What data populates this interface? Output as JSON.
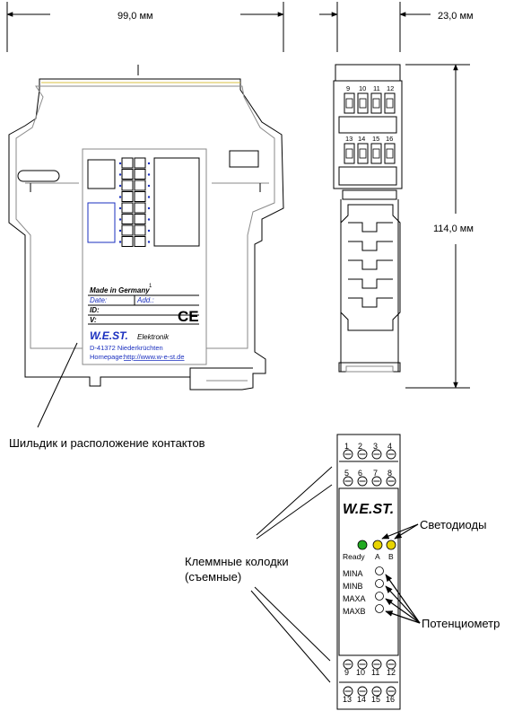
{
  "dimensions": {
    "width": "99,0 мм",
    "depth": "23,0 мм",
    "height": "114,0 мм"
  },
  "nameplate": {
    "made_in": "Made in Germany",
    "superscript": "1",
    "date_label": "Date:",
    "add_label": "Add.:",
    "id_label": "ID:",
    "v_label": "V:",
    "ce_mark": "CE",
    "brand": "W.E.ST.",
    "brand_sub": "Elektronik",
    "address": "D-41372 Niederkrüchten",
    "homepage_label": "Homepage:",
    "homepage_url": "http://www.w-e-st.de"
  },
  "side_terminals": {
    "top_row": [
      "9",
      "10",
      "11",
      "12"
    ],
    "second_row": [
      "13",
      "14",
      "15",
      "16"
    ]
  },
  "front_view": {
    "brand": "W.E.ST.",
    "terminals_top_1": [
      "1",
      "2",
      "3",
      "4"
    ],
    "terminals_top_2": [
      "5",
      "6",
      "7",
      "8"
    ],
    "terminals_bottom_1": [
      "9",
      "10",
      "11",
      "12"
    ],
    "terminals_bottom_2": [
      "13",
      "14",
      "15",
      "16"
    ],
    "leds": [
      {
        "label": "Ready",
        "color": "#22aa22"
      },
      {
        "label": "A",
        "color": "#e8d400"
      },
      {
        "label": "B",
        "color": "#e8d400"
      }
    ],
    "potentiometers": [
      "MINA",
      "MINB",
      "MAXA",
      "MAXB"
    ]
  },
  "callouts": {
    "nameplate_caption": "Шильдик и расположение контактов",
    "terminal_blocks_line1": "Клеммные колодки",
    "terminal_blocks_line2": "(съемные)",
    "leds": "Светодиоды",
    "potentiometer": "Потенциометр"
  },
  "colors": {
    "line": "#000000",
    "gray_line": "#8a8a8a",
    "body_fill": "#ffffff",
    "link_blue": "#1a2fbf",
    "ready_led": "#22aa22",
    "yellow_led": "#e8d400",
    "edge_yellow": "#d8c040"
  }
}
